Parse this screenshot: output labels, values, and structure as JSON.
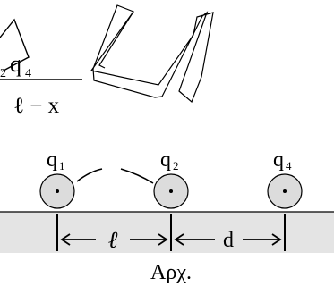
{
  "formula": {
    "numerator_q": "q",
    "numerator_sub": "4",
    "partial_sub": "2",
    "denominator": "ℓ − x"
  },
  "charges": [
    {
      "label": "q",
      "sub": "1"
    },
    {
      "label": "q",
      "sub": "2"
    },
    {
      "label": "q",
      "sub": "4"
    }
  ],
  "dimensions": {
    "ell": "ℓ",
    "d": "d"
  },
  "caption": "Aρχ."
}
